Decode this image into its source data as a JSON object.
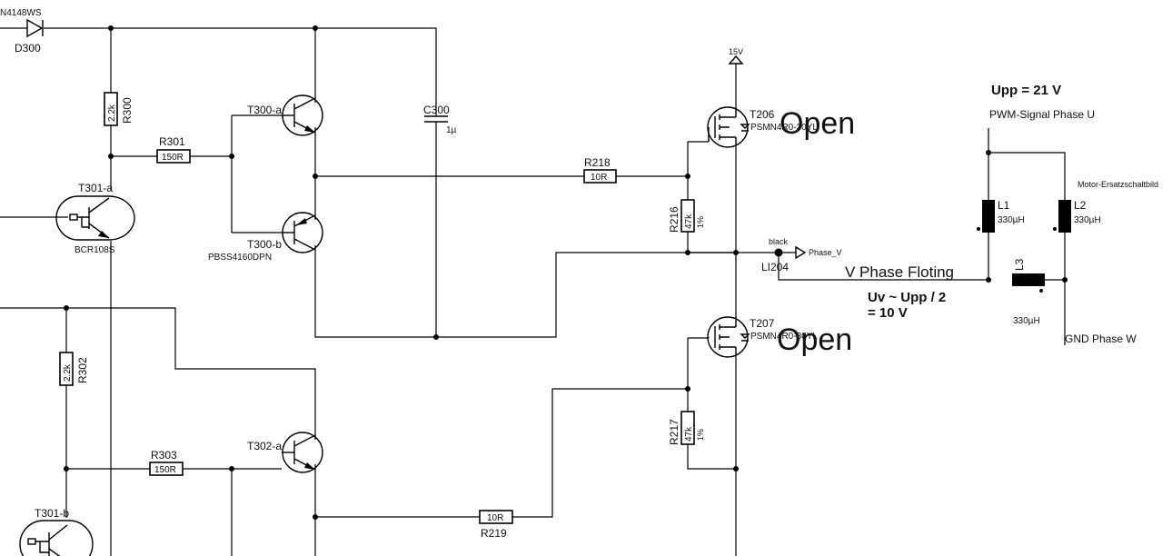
{
  "diode": {
    "part": "N4148WS",
    "ref": "D300"
  },
  "resistors": {
    "R300": {
      "ref": "R300",
      "value": "2.2k"
    },
    "R301": {
      "ref": "R301",
      "value": "150R"
    },
    "R302": {
      "ref": "R302",
      "value": "2.2k"
    },
    "R303": {
      "ref": "R303",
      "value": "150R"
    },
    "R218": {
      "ref": "R218",
      "value": "10R"
    },
    "R219": {
      "ref": "R219",
      "value": "10R"
    },
    "R216": {
      "ref": "R216",
      "value": "47k",
      "tol": "1%"
    },
    "R217": {
      "ref": "R217",
      "value": "47k",
      "tol": "1%"
    }
  },
  "transistors": {
    "T301a": {
      "ref": "T301-a",
      "part": "BCR108S"
    },
    "T301b": {
      "ref": "T301-b"
    },
    "T300a": {
      "ref": "T300-a"
    },
    "T300b": {
      "ref": "T300-b",
      "part": "PBSS4160DPN"
    },
    "T302a": {
      "ref": "T302-a"
    },
    "T206": {
      "ref": "T206",
      "part": "PSMN4R0-30YL"
    },
    "T207": {
      "ref": "T207",
      "part": "PSMN4R0-30YL"
    }
  },
  "capacitor": {
    "ref": "C300",
    "value": "1µ"
  },
  "supply": {
    "label": "15V"
  },
  "net": {
    "color_label": "black",
    "ref": "LI204",
    "name": "Phase_V"
  },
  "motor": {
    "title": "Motor-Ersatzschaltbild",
    "L1": {
      "ref": "L1",
      "value": "330µH"
    },
    "L2": {
      "ref": "L2",
      "value": "330µH"
    },
    "L3": {
      "ref": "L3",
      "value": "330µH"
    },
    "pwm_label": "PWM-Signal Phase U",
    "gnd_label": "GND Phase W"
  },
  "annotations": {
    "upp": "Upp = 21 V",
    "open_top": "Open",
    "open_bottom": "Open",
    "floating": "V Phase Floting",
    "uv_line1": "Uv ~ Upp / 2",
    "uv_line2": "= 10 V"
  }
}
